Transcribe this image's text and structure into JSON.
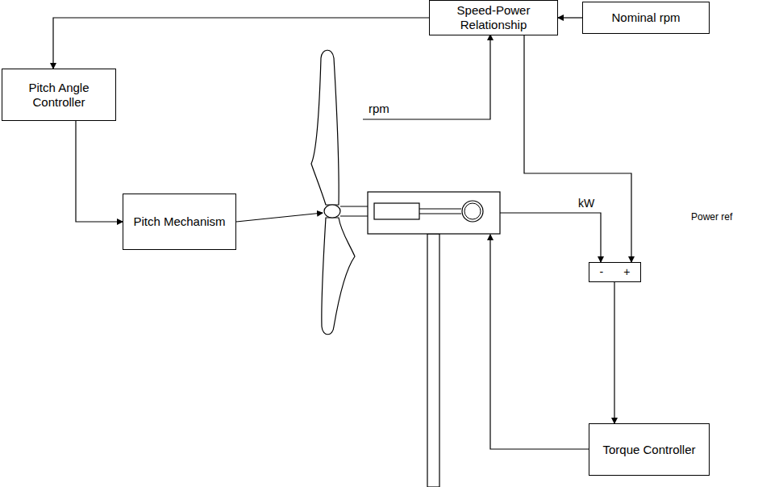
{
  "diagram": {
    "nodes": [
      {
        "text": [
          "Speed-Power Relationship"
        ]
      },
      {
        "text": [
          "Nominal rpm"
        ]
      },
      {
        "text": [
          "Pitch Angle Controller"
        ]
      },
      {
        "text": [
          "Pitch Mechanism"
        ]
      },
      {
        "text": [
          "Torque Controller"
        ]
      },
      {
        "text": [
          "-",
          "+"
        ]
      }
    ],
    "edges": [
      {
        "from": 1,
        "to": 0,
        "arrow": "to"
      },
      {
        "from": 0,
        "to": 2,
        "arrow": "to"
      },
      {
        "from": 2,
        "to": 3,
        "arrow": "to"
      },
      {
        "from": 0,
        "to": 5,
        "arrow": "to"
      },
      {
        "from": 5,
        "to": 4,
        "arrow": "to"
      }
    ],
    "labels": [
      "rpm",
      "kW",
      "Power ref"
    ]
  }
}
